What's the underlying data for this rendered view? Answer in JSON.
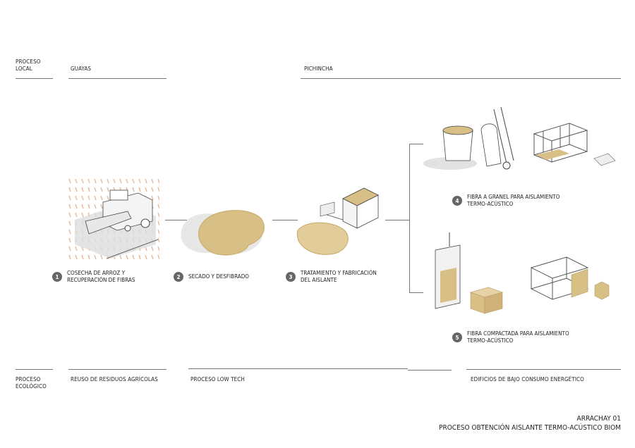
{
  "header": {
    "proceso_local": "PROCESO\nLOCAL",
    "guayas": "GUAYAS",
    "pichincha": "PICHINCHA"
  },
  "steps": [
    {
      "num": "1",
      "label": "COSECHA DE ARROZ Y\nRECUPERACIÓN DE FIBRAS"
    },
    {
      "num": "2",
      "label": "SECADO  Y DESFIBRADO"
    },
    {
      "num": "3",
      "label": "TRATAMIENTO Y FABRICACIÓN\nDEL AISLANTE"
    },
    {
      "num": "4",
      "label": "FIBRA A GRANEL PARA AISLAMIENTO\nTERMO-ACÚSTICO"
    },
    {
      "num": "5",
      "label": "FIBRA COMPACTADA PARA AISLAMIENTO\nTERMO-ACÚSTICO"
    }
  ],
  "bottom": {
    "proceso_ecologico": "PROCESO\nECOLÓGICO",
    "reuso": "REUSO DE RESIDUOS AGRÍCOLAS",
    "low_tech": "PROCESO LOW TECH",
    "edificios": "EDIFICIOS DE BAJO CONSUMO ENERGÉTICO"
  },
  "footer": {
    "project": "ARRACHAY 01",
    "title": "PROCESO OBTENCIÓN AISLANTE TERMO-ACÚSTICO BIOM"
  },
  "colors": {
    "fiber": "#d8bf86",
    "circle": "#666666",
    "line": "#777777"
  }
}
